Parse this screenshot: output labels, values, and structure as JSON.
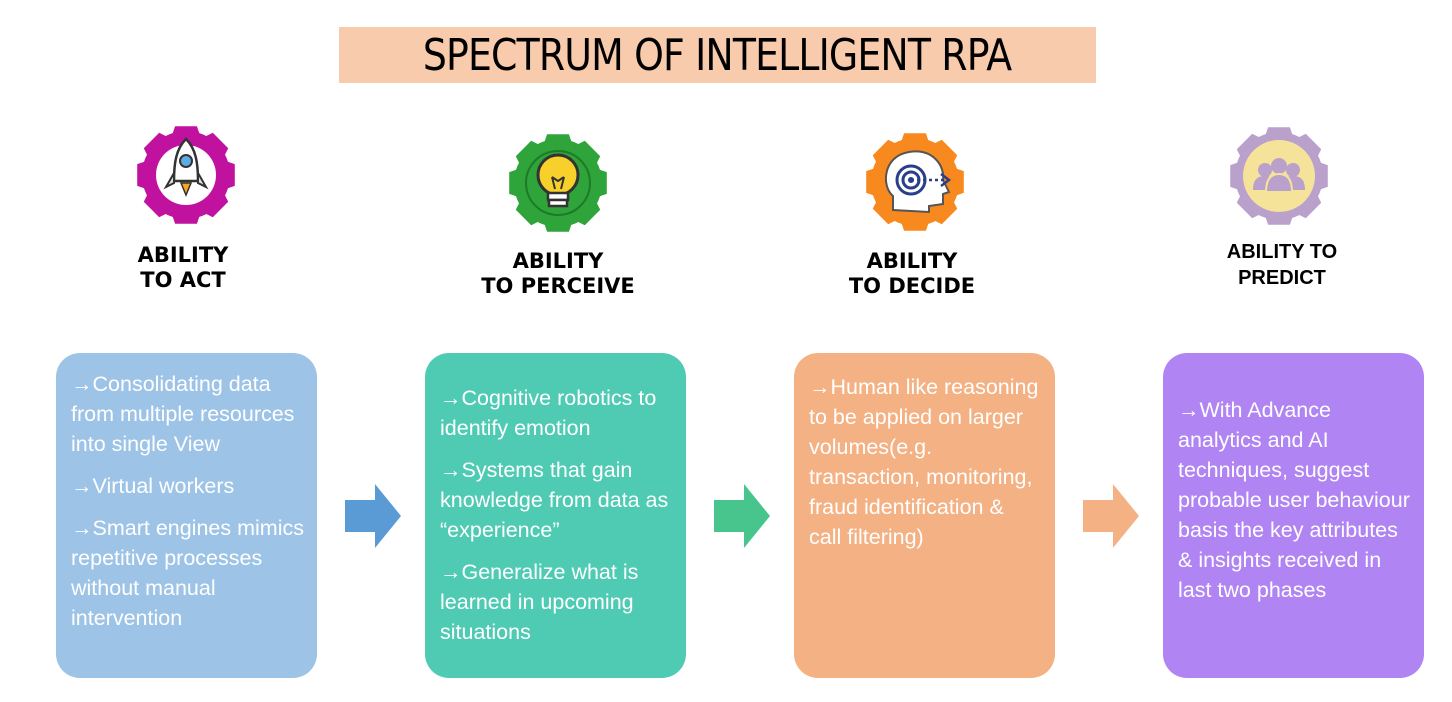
{
  "title": "SPECTRUM OF INTELLIGENT RPA",
  "stages": [
    {
      "icon": "rocket-gear-icon",
      "label_lines": [
        "ABILITY",
        "TO ACT"
      ],
      "color": "#9dc3e6",
      "gear_color": "#c0129e",
      "points": [
        "→Consolidating data from multiple resources into single View",
        "→Virtual workers",
        "→Smart engines mimics repetitive processes without manual intervention"
      ]
    },
    {
      "icon": "lightbulb-gear-icon",
      "label_lines": [
        "ABILITY",
        "TO PERCEIVE"
      ],
      "color": "#4fcbb4",
      "gear_color": "#2ea43a",
      "points": [
        "→Cognitive robotics to identify emotion",
        "→Systems that gain knowledge from data as “experience”",
        "→Generalize what is learned in upcoming situations"
      ]
    },
    {
      "icon": "head-target-gear-icon",
      "label_lines": [
        "ABILITY",
        "TO DECIDE"
      ],
      "color": "#f4b183",
      "gear_color": "#f7891e",
      "points": [
        "→Human like reasoning  to be applied on larger volumes(e.g. transaction, monitoring, fraud identification & call filtering)"
      ]
    },
    {
      "icon": "people-gear-icon",
      "label_lines": [
        "ABILITY TO",
        "PREDICT"
      ],
      "color": "#b084f3",
      "gear_color": "#b9a1cc",
      "points": [
        "→With Advance analytics and AI techniques, suggest probable user behaviour basis the key attributes & insights received in last two phases"
      ]
    }
  ],
  "arrow_colors": [
    "#5b9bd5",
    "#48c58c",
    "#f4b183"
  ]
}
